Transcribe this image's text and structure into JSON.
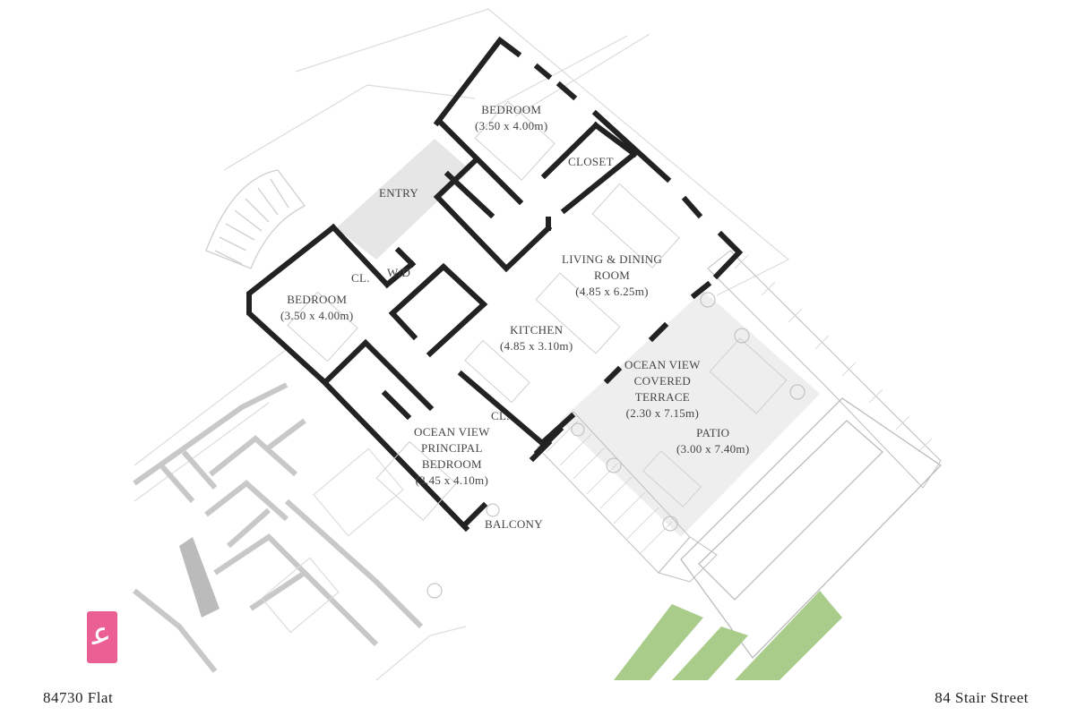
{
  "floorplan": {
    "rooms": [
      {
        "id": "bedroom-north",
        "name": "BEDROOM",
        "size": "(3.50 x 4.00m)"
      },
      {
        "id": "closet",
        "name": "CLOSET",
        "size": ""
      },
      {
        "id": "entry",
        "name": "ENTRY",
        "size": ""
      },
      {
        "id": "wd",
        "name": "W/D",
        "size": ""
      },
      {
        "id": "cl-west",
        "name": "CL.",
        "size": ""
      },
      {
        "id": "bedroom-west",
        "name": "BEDROOM",
        "size": "(3.50 x 4.00m)"
      },
      {
        "id": "living",
        "name": "LIVING & DINING\nROOM",
        "size": "(4.85 x 6.25m)"
      },
      {
        "id": "kitchen",
        "name": "KITCHEN",
        "size": "(4.85 x 3.10m)"
      },
      {
        "id": "terrace",
        "name": "OCEAN VIEW\nCOVERED\nTERRACE",
        "size": "(2.30 x 7.15m)"
      },
      {
        "id": "patio",
        "name": "PATIO",
        "size": "(3.00 x 7.40m)"
      },
      {
        "id": "cl-south",
        "name": "CL.",
        "size": ""
      },
      {
        "id": "principal",
        "name": "OCEAN VIEW\nPRINCIPAL\nBEDROOM",
        "size": "(3.45 x 4.10m)"
      },
      {
        "id": "balcony",
        "name": "BALCONY",
        "size": ""
      }
    ]
  },
  "footer": {
    "left": "84730 Flat",
    "right": "84 Stair Street"
  },
  "colors": {
    "wall": "#222222",
    "context": "#d7d7d7",
    "fill_light": "#eeeeee",
    "grass": "#aacc88",
    "logo": "#ec5f95"
  }
}
